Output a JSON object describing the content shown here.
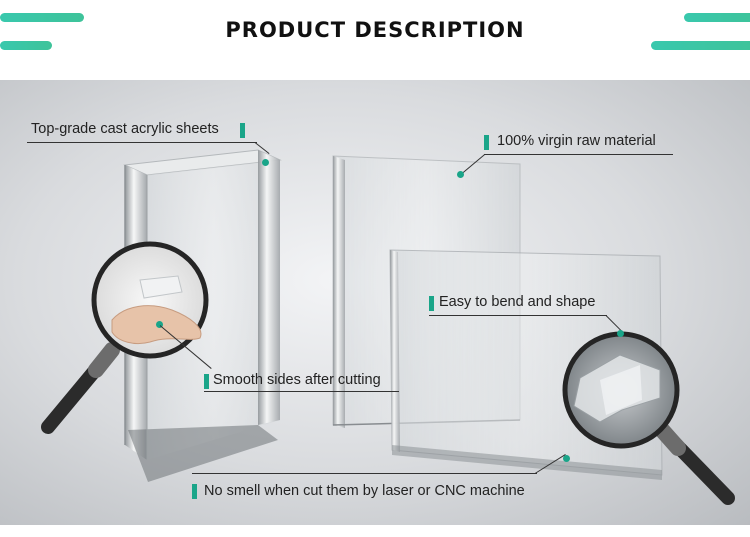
{
  "header": {
    "title": "PRODUCT DESCRIPTION"
  },
  "callouts": {
    "top_grade": "Top-grade cast acrylic sheets",
    "virgin": "100% virgin raw material",
    "bend": "Easy to bend and shape",
    "smooth": "Smooth sides after cutting",
    "no_smell": "No smell when cut them by laser or CNC machine"
  },
  "colors": {
    "accent": "#1aa589",
    "stripe": "#39c8ad",
    "title": "#111111"
  },
  "icons": [
    "magnifier-icon"
  ]
}
